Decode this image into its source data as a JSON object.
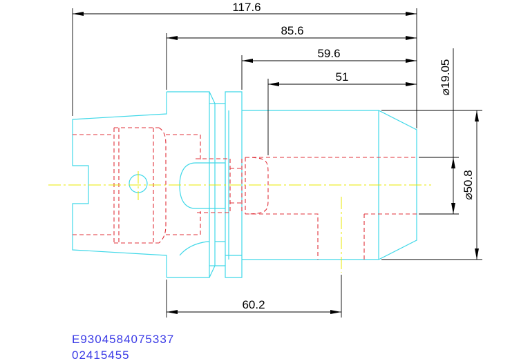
{
  "dimensions": {
    "overall_length": "117.6",
    "length_b": "85.6",
    "length_c": "59.6",
    "length_d": "51",
    "length_e": "60.2",
    "bore_diameter": "⌀19.05",
    "outer_diameter": "⌀50.8"
  },
  "codes": {
    "line1": "E9304584075337",
    "line2": "02415455"
  },
  "colors": {
    "part_outline": "#3fd8e8",
    "hidden_lines": "#e0303a",
    "center_line": "#e8e800",
    "dimension": "#000000",
    "code_text": "#3a3ae6"
  }
}
